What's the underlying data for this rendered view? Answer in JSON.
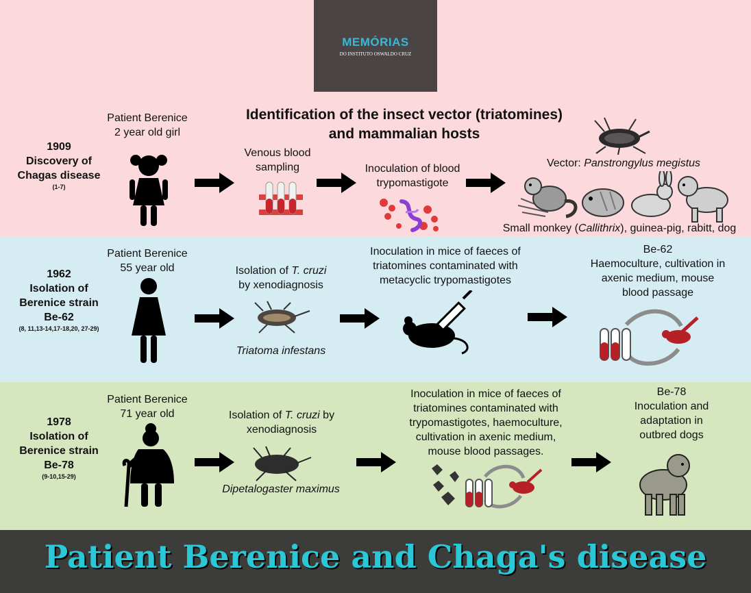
{
  "logo": {
    "main": "MEMÓRIAS",
    "sub": "DO INSTITUTO OSWALDO CRUZ"
  },
  "row1": {
    "year": "1909",
    "title_lines": [
      "Discovery of",
      "Chagas disease"
    ],
    "refs": "(1-7)",
    "patient_line1": "Patient Berenice",
    "patient_line2": "2 year old girl",
    "heading_line1": "Identification of the insect vector (triatomines)",
    "heading_line2": "and mammalian hosts",
    "step1_line1": "Venous blood",
    "step1_line2": "sampling",
    "step2_line1": "Inoculation of blood",
    "step2_line2": "trypomastigote",
    "vector_prefix": "Vector: ",
    "vector_name": "Panstrongylus megistus",
    "hosts_prefix": "Small monkey (",
    "hosts_genus": "Callithrix",
    "hosts_suffix": "), guinea-pig, rabitt, dog"
  },
  "row2": {
    "year": "1962",
    "title_lines": [
      "Isolation of",
      "Berenice strain",
      "Be-62"
    ],
    "refs": "(8, 11,13-14,17-18,20, 27-29)",
    "patient_line1": "Patient Berenice",
    "patient_line2": "55 year old",
    "step1_line1_prefix": "Isolation of ",
    "step1_species": "T. cruzi",
    "step1_line2": "by xenodiagnosis",
    "insect_caption": "Triatoma infestans",
    "step2_lines": [
      "Inoculation in mice of faeces of",
      "triatomines contaminated with",
      "metacyclic trypomastigotes"
    ],
    "step3_lines": [
      "Be-62",
      "Haemoculture, cultivation in",
      "axenic medium, mouse",
      "blood passage"
    ]
  },
  "row3": {
    "year": "1978",
    "title_lines": [
      "Isolation of",
      "Berenice strain",
      "Be-78"
    ],
    "refs": "(9-10,15-29)",
    "patient_line1": "Patient Berenice",
    "patient_line2": "71 year old",
    "step1_line1_prefix": "Isolation of ",
    "step1_species": "T. cruzi",
    "step1_line1_suffix": " by",
    "step1_line2": "xenodiagnosis",
    "insect_caption": "Dipetalogaster maximus",
    "step2_lines": [
      "Inoculation in mice of faeces of",
      "triatomines contaminated with",
      "trypomastigotes, haemoculture,",
      "cultivation in axenic medium,",
      "mouse blood passages."
    ],
    "step3_lines": [
      "Be-78",
      "Inoculation and",
      "adaptation in",
      "outbred dogs"
    ]
  },
  "footer": {
    "title": "Patient Berenice and Chaga's disease"
  },
  "colors": {
    "pink": "#fbd9dc",
    "blue": "#d6ecf3",
    "green": "#d6e6bf",
    "footer": "#3c3d3a",
    "accent": "#2ac7d6",
    "blood": "#c8242c"
  },
  "icons": [
    "girl-icon",
    "woman-icon",
    "elderly-woman-icon",
    "arrow-icon",
    "test-tubes-icon",
    "trypomastigote-icon",
    "kissing-bug-icon",
    "monkey-icon",
    "guinea-pig-icon",
    "rabbit-icon",
    "dog-icon",
    "mouse-syringe-icon",
    "culture-cycle-icon"
  ]
}
